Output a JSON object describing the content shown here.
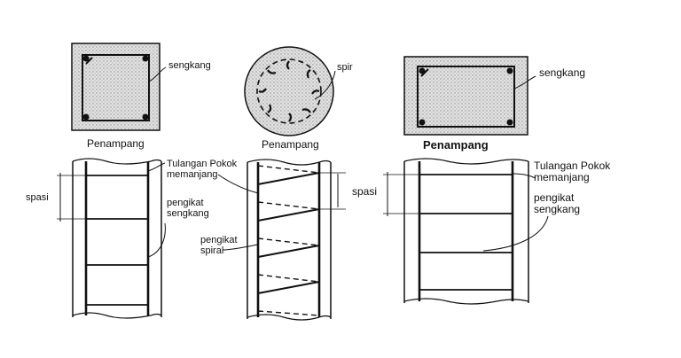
{
  "left": {
    "section_caption": "Penampang",
    "stirrup_label": "sengkang",
    "main_bar_label_1": "Tulangan Pokok",
    "main_bar_label_2": "memanjang",
    "spacing_label": "spasi",
    "tie_label_1": "pengikat",
    "tie_label_2": "sengkang"
  },
  "middle": {
    "section_caption": "Penampang",
    "spiral_label": "spir",
    "tie_label_1": "pengikat",
    "tie_label_2": "spiral"
  },
  "right": {
    "section_caption": "Penampang",
    "stirrup_label": "sengkang",
    "main_bar_label_1": "Tulangan Pokok",
    "main_bar_label_2": "memanjang",
    "spacing_label": "spasi",
    "tie_label_1": "pengikat",
    "tie_label_2": "sengkang"
  },
  "colors": {
    "ink": "#111111",
    "fill": "#d6d6d6",
    "fill_dark": "#bdbdbd"
  }
}
